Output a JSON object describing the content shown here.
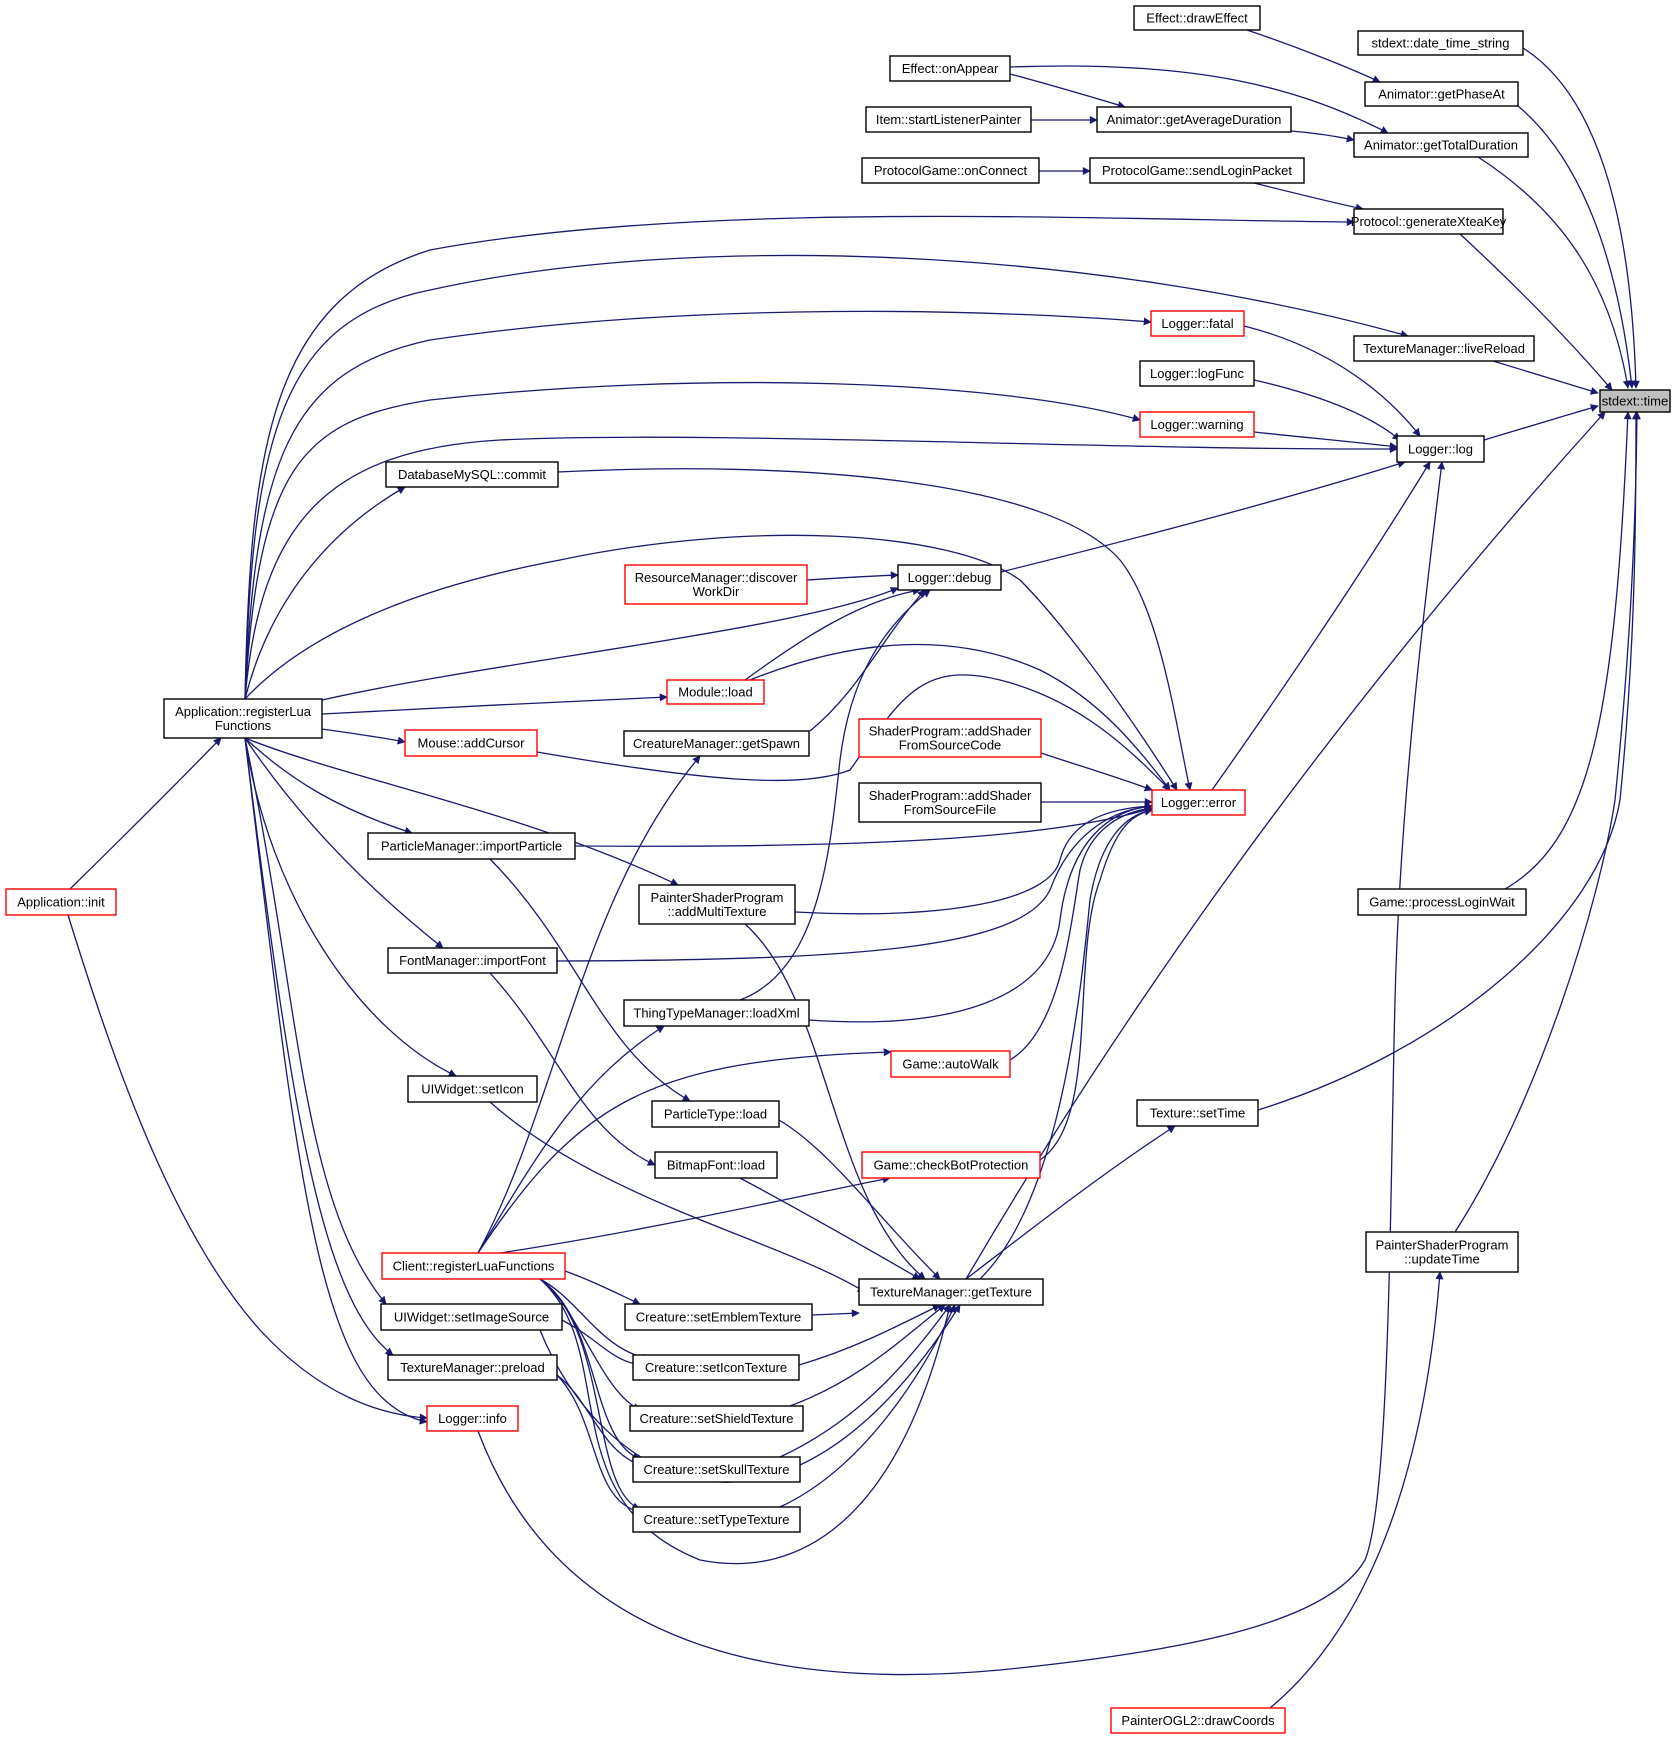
{
  "diagram": {
    "edge_color": "#191970",
    "highlight_fill": "#bfbfbf",
    "red_border": "#ff0000",
    "nodes": {
      "time": {
        "label": [
          "stdext::time"
        ],
        "style": "highlight"
      },
      "date": {
        "label": [
          "stdext::date_time_string"
        ],
        "style": "black"
      },
      "drawEffect": {
        "label": [
          "Effect::drawEffect"
        ],
        "style": "black"
      },
      "phase": {
        "label": [
          "Animator::getPhaseAt"
        ],
        "style": "black"
      },
      "onAppear": {
        "label": [
          "Effect::onAppear"
        ],
        "style": "black"
      },
      "startLP": {
        "label": [
          "Item::startListenerPainter"
        ],
        "style": "black"
      },
      "avgDur": {
        "label": [
          "Animator::getAverageDuration"
        ],
        "style": "black"
      },
      "totalDur": {
        "label": [
          "Animator::getTotalDuration"
        ],
        "style": "black"
      },
      "onConnect": {
        "label": [
          "ProtocolGame::onConnect"
        ],
        "style": "black"
      },
      "sendLogin": {
        "label": [
          "ProtocolGame::sendLoginPacket"
        ],
        "style": "black"
      },
      "genXtea": {
        "label": [
          "Protocol::generateXteaKey"
        ],
        "style": "black"
      },
      "fatal": {
        "label": [
          "Logger::fatal"
        ],
        "style": "red"
      },
      "liveReload": {
        "label": [
          "TextureManager::liveReload"
        ],
        "style": "black"
      },
      "logFunc": {
        "label": [
          "Logger::logFunc"
        ],
        "style": "black"
      },
      "warning": {
        "label": [
          "Logger::warning"
        ],
        "style": "red"
      },
      "log": {
        "label": [
          "Logger::log"
        ],
        "style": "black"
      },
      "commit": {
        "label": [
          "DatabaseMySQL::commit"
        ],
        "style": "black"
      },
      "discover": {
        "label": [
          "ResourceManager::discover",
          "WorkDir"
        ],
        "style": "red"
      },
      "debug": {
        "label": [
          "Logger::debug"
        ],
        "style": "black"
      },
      "appReg": {
        "label": [
          "Application::registerLua",
          "Functions"
        ],
        "style": "black"
      },
      "modLoad": {
        "label": [
          "Module::load"
        ],
        "style": "red"
      },
      "addCursor": {
        "label": [
          "Mouse::addCursor"
        ],
        "style": "red"
      },
      "getSpawn": {
        "label": [
          "CreatureManager::getSpawn"
        ],
        "style": "black"
      },
      "addShaderCode": {
        "label": [
          "ShaderProgram::addShader",
          "FromSourceCode"
        ],
        "style": "red"
      },
      "addShaderFile": {
        "label": [
          "ShaderProgram::addShader",
          "FromSourceFile"
        ],
        "style": "black"
      },
      "error": {
        "label": [
          "Logger::error"
        ],
        "style": "red"
      },
      "impParticle": {
        "label": [
          "ParticleManager::importParticle"
        ],
        "style": "black"
      },
      "appInit": {
        "label": [
          "Application::init"
        ],
        "style": "red"
      },
      "addMulti": {
        "label": [
          "PainterShaderProgram",
          "::addMultiTexture"
        ],
        "style": "black"
      },
      "loginWait": {
        "label": [
          "Game::processLoginWait"
        ],
        "style": "black"
      },
      "impFont": {
        "label": [
          "FontManager::importFont"
        ],
        "style": "black"
      },
      "loadXml": {
        "label": [
          "ThingTypeManager::loadXml"
        ],
        "style": "black"
      },
      "autoWalk": {
        "label": [
          "Game::autoWalk"
        ],
        "style": "red"
      },
      "setIcon": {
        "label": [
          "UIWidget::setIcon"
        ],
        "style": "black"
      },
      "setTime": {
        "label": [
          "Texture::setTime"
        ],
        "style": "black"
      },
      "ptLoad": {
        "label": [
          "ParticleType::load"
        ],
        "style": "black"
      },
      "bfLoad": {
        "label": [
          "BitmapFont::load"
        ],
        "style": "black"
      },
      "botProt": {
        "label": [
          "Game::checkBotProtection"
        ],
        "style": "red"
      },
      "updTime": {
        "label": [
          "PainterShaderProgram",
          "::updateTime"
        ],
        "style": "black"
      },
      "clientReg": {
        "label": [
          "Client::registerLuaFunctions"
        ],
        "style": "red"
      },
      "getTex": {
        "label": [
          "TextureManager::getTexture"
        ],
        "style": "black"
      },
      "emblem": {
        "label": [
          "Creature::setEmblemTexture"
        ],
        "style": "black"
      },
      "setImg": {
        "label": [
          "UIWidget::setImageSource"
        ],
        "style": "black"
      },
      "iconTex": {
        "label": [
          "Creature::setIconTexture"
        ],
        "style": "black"
      },
      "preload": {
        "label": [
          "TextureManager::preload"
        ],
        "style": "black"
      },
      "shield": {
        "label": [
          "Creature::setShieldTexture"
        ],
        "style": "black"
      },
      "info": {
        "label": [
          "Logger::info"
        ],
        "style": "red"
      },
      "skull": {
        "label": [
          "Creature::setSkullTexture"
        ],
        "style": "black"
      },
      "typeTex": {
        "label": [
          "Creature::setTypeTexture"
        ],
        "style": "black"
      },
      "drawCoords": {
        "label": [
          "PainterOGL2::drawCoords"
        ],
        "style": "red"
      }
    }
  }
}
